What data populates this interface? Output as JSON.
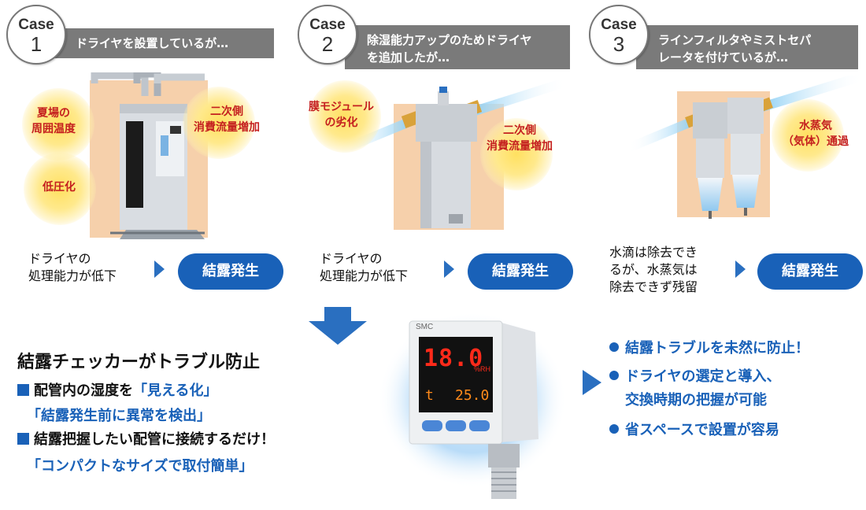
{
  "cases": [
    {
      "case_label": "Case",
      "case_number": "1",
      "title": "ドライヤを設置しているが…",
      "labels": [
        "夏場の\n周囲温度",
        "二次側\n消費流量増加",
        "低圧化"
      ],
      "cause": "ドライヤの\n処理能力が低下",
      "result": "結露発生"
    },
    {
      "case_label": "Case",
      "case_number": "2",
      "title": "除湿能力アップのためドライヤ\nを追加したが…",
      "labels": [
        "膜モジュール\nの劣化",
        "二次側\n消費流量増加"
      ],
      "cause": "ドライヤの\n処理能力が低下",
      "result": "結露発生"
    },
    {
      "case_label": "Case",
      "case_number": "3",
      "title": "ラインフィルタやミストセパ\nレータを付けているが…",
      "labels": [
        "水蒸気\n（気体）通過"
      ],
      "cause": "水滴は除去でき\nるが、水蒸気は\n除去できず残留",
      "result": "結露発生"
    }
  ],
  "solution": {
    "title": "結露チェッカーがトラブル防止",
    "feature1_prefix": "配管内の湿度を",
    "feature1_highlight": "「見える化」",
    "feature1_sub": "「結露発生前に異常を検出」",
    "feature2": "結露把握したい配管に接続するだけ！",
    "feature2_sub": "「コンパクトなサイズで取付簡単」"
  },
  "sensor": {
    "brand": "SMC",
    "main_value": "18.0",
    "unit": "%RH",
    "sub_label": "t",
    "sub_value": "25.0"
  },
  "benefits": [
    "結露トラブルを未然に防止！",
    "ドライヤの選定と導入、",
    "交換時期の把握が可能",
    "省スペースで設置が容易"
  ],
  "colors": {
    "accent_blue": "#1961b8",
    "warn_red": "#c41f1f",
    "case_bar_gray": "#7a7a7a",
    "glow_yellow": "#ffe060",
    "display_red": "#ff2a1a"
  }
}
